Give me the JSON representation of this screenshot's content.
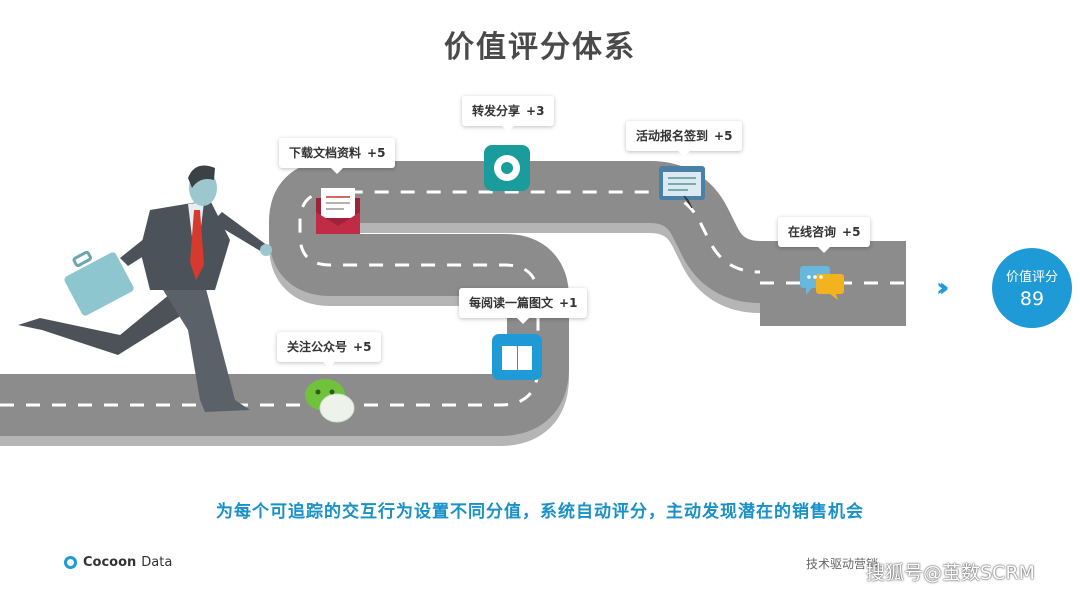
{
  "title": "价值评分体系",
  "steps": [
    {
      "label": "关注公众号",
      "points": "+5",
      "icon": "wechat-icon"
    },
    {
      "label": "每阅读一篇图文",
      "points": "+1",
      "icon": "book-icon"
    },
    {
      "label": "下载文档资料",
      "points": "+5",
      "icon": "mail-icon"
    },
    {
      "label": "转发分享",
      "points": "+3",
      "icon": "shutter-icon"
    },
    {
      "label": "活动报名签到",
      "points": "+5",
      "icon": "form-icon"
    },
    {
      "label": "在线咨询",
      "points": "+5",
      "icon": "chat-icon"
    }
  ],
  "score": {
    "label": "价值评分",
    "value": "89"
  },
  "tagline": "为每个可追踪的交互行为设置不同分值，系统自动评分，主动发现潜在的销售机会",
  "logo": {
    "bold": "Cocoon",
    "light": "Data"
  },
  "footer_text": "技术驱动营销",
  "watermark": "搜狐号@茧数SCRM",
  "colors": {
    "accent": "#1e9ad6",
    "road": "#8a8a8a",
    "road_edge": "#c9c9c9"
  }
}
